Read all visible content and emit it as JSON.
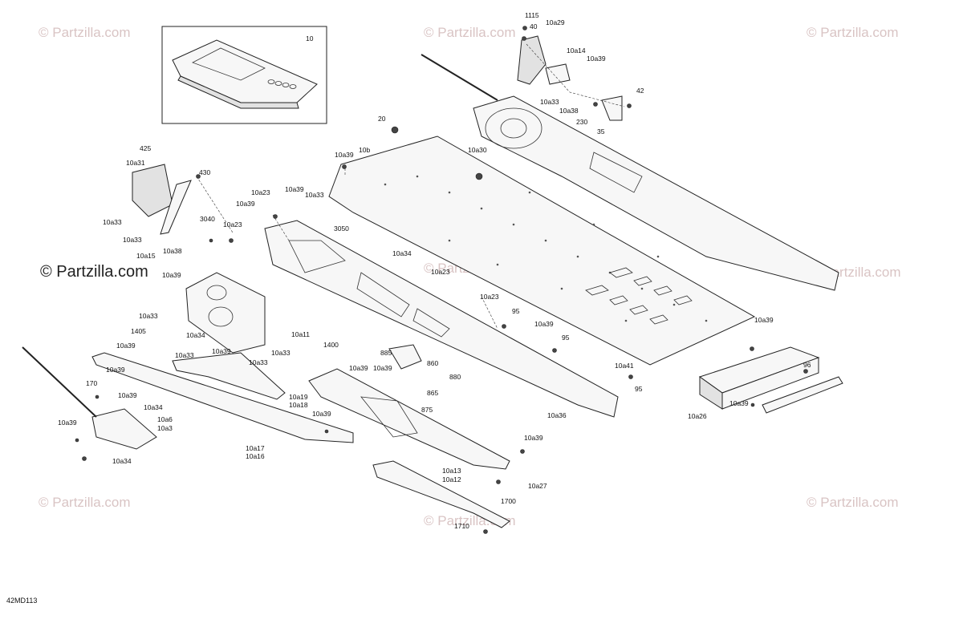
{
  "ref_code": "42MD113",
  "watermarks": [
    {
      "text": "Partzilla.com",
      "style": "faint"
    },
    {
      "text": "Partzilla.com",
      "style": "faint"
    },
    {
      "text": "Partzilla.com",
      "style": "faint"
    },
    {
      "text": "Partzilla.com",
      "style": "bold"
    },
    {
      "text": "Partzilla.com",
      "style": "faint"
    },
    {
      "text": "Partzilla.com",
      "style": "faint"
    },
    {
      "text": "Partzilla.com",
      "style": "faint"
    },
    {
      "text": "Partzilla.com",
      "style": "faint"
    },
    {
      "text": "Partzilla.com",
      "style": "faint"
    }
  ],
  "inset": {
    "label": "10"
  },
  "labels": [
    "1115",
    "40",
    "10a29",
    "10a14",
    "10a39",
    "42",
    "10a33",
    "10a38",
    "230",
    "35",
    "20",
    "10a39",
    "10b",
    "10a30",
    "425",
    "10a31",
    "430",
    "10a33",
    "10a33",
    "10a15",
    "10a38",
    "3040",
    "10a23",
    "10a23",
    "10a39",
    "10a39",
    "10a33",
    "3050",
    "10a34",
    "10a23",
    "10a39",
    "10a33",
    "1405",
    "10a34",
    "10a33",
    "10a39",
    "10a33",
    "10a11",
    "10a39",
    "10a33",
    "1400",
    "10a23",
    "95",
    "10a39",
    "95",
    "10a39",
    "885",
    "10a39",
    "860",
    "880",
    "865",
    "10a41",
    "95",
    "875",
    "10a36",
    "10a39",
    "96",
    "10a26",
    "10a39",
    "170",
    "10a39",
    "10a39",
    "10a34",
    "10a6",
    "10a3",
    "10a39",
    "10a34",
    "10a19",
    "10a18",
    "10a39",
    "10a17",
    "10a16",
    "10a39",
    "10a13",
    "10a12",
    "10a27",
    "1700",
    "1710"
  ]
}
